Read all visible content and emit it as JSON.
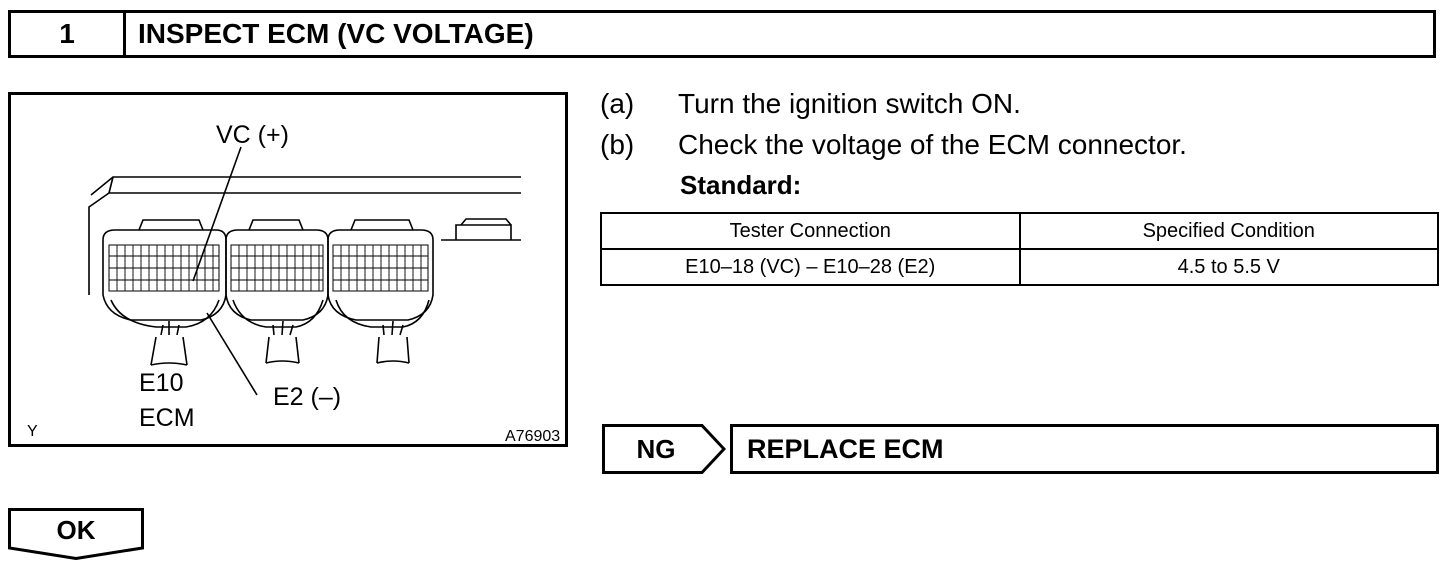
{
  "step": {
    "number": "1",
    "title": "INSPECT ECM (VC VOLTAGE)"
  },
  "figure": {
    "label_vc": "VC (+)",
    "label_e2": "E2 (–)",
    "label_e10": "E10",
    "label_ecm": "ECM",
    "corner_left": "Y",
    "figure_id": "A76903"
  },
  "instructions": [
    {
      "mark": "(a)",
      "text": "Turn the ignition switch ON."
    },
    {
      "mark": "(b)",
      "text": "Check the voltage of the ECM connector."
    }
  ],
  "standard_label": "Standard:",
  "spec_table": {
    "headers": [
      "Tester Connection",
      "Specified Condition"
    ],
    "rows": [
      [
        "E10–18 (VC) – E10–28 (E2)",
        "4.5 to 5.5 V"
      ]
    ]
  },
  "ng": {
    "label": "NG",
    "action": "REPLACE ECM"
  },
  "ok": {
    "label": "OK"
  }
}
